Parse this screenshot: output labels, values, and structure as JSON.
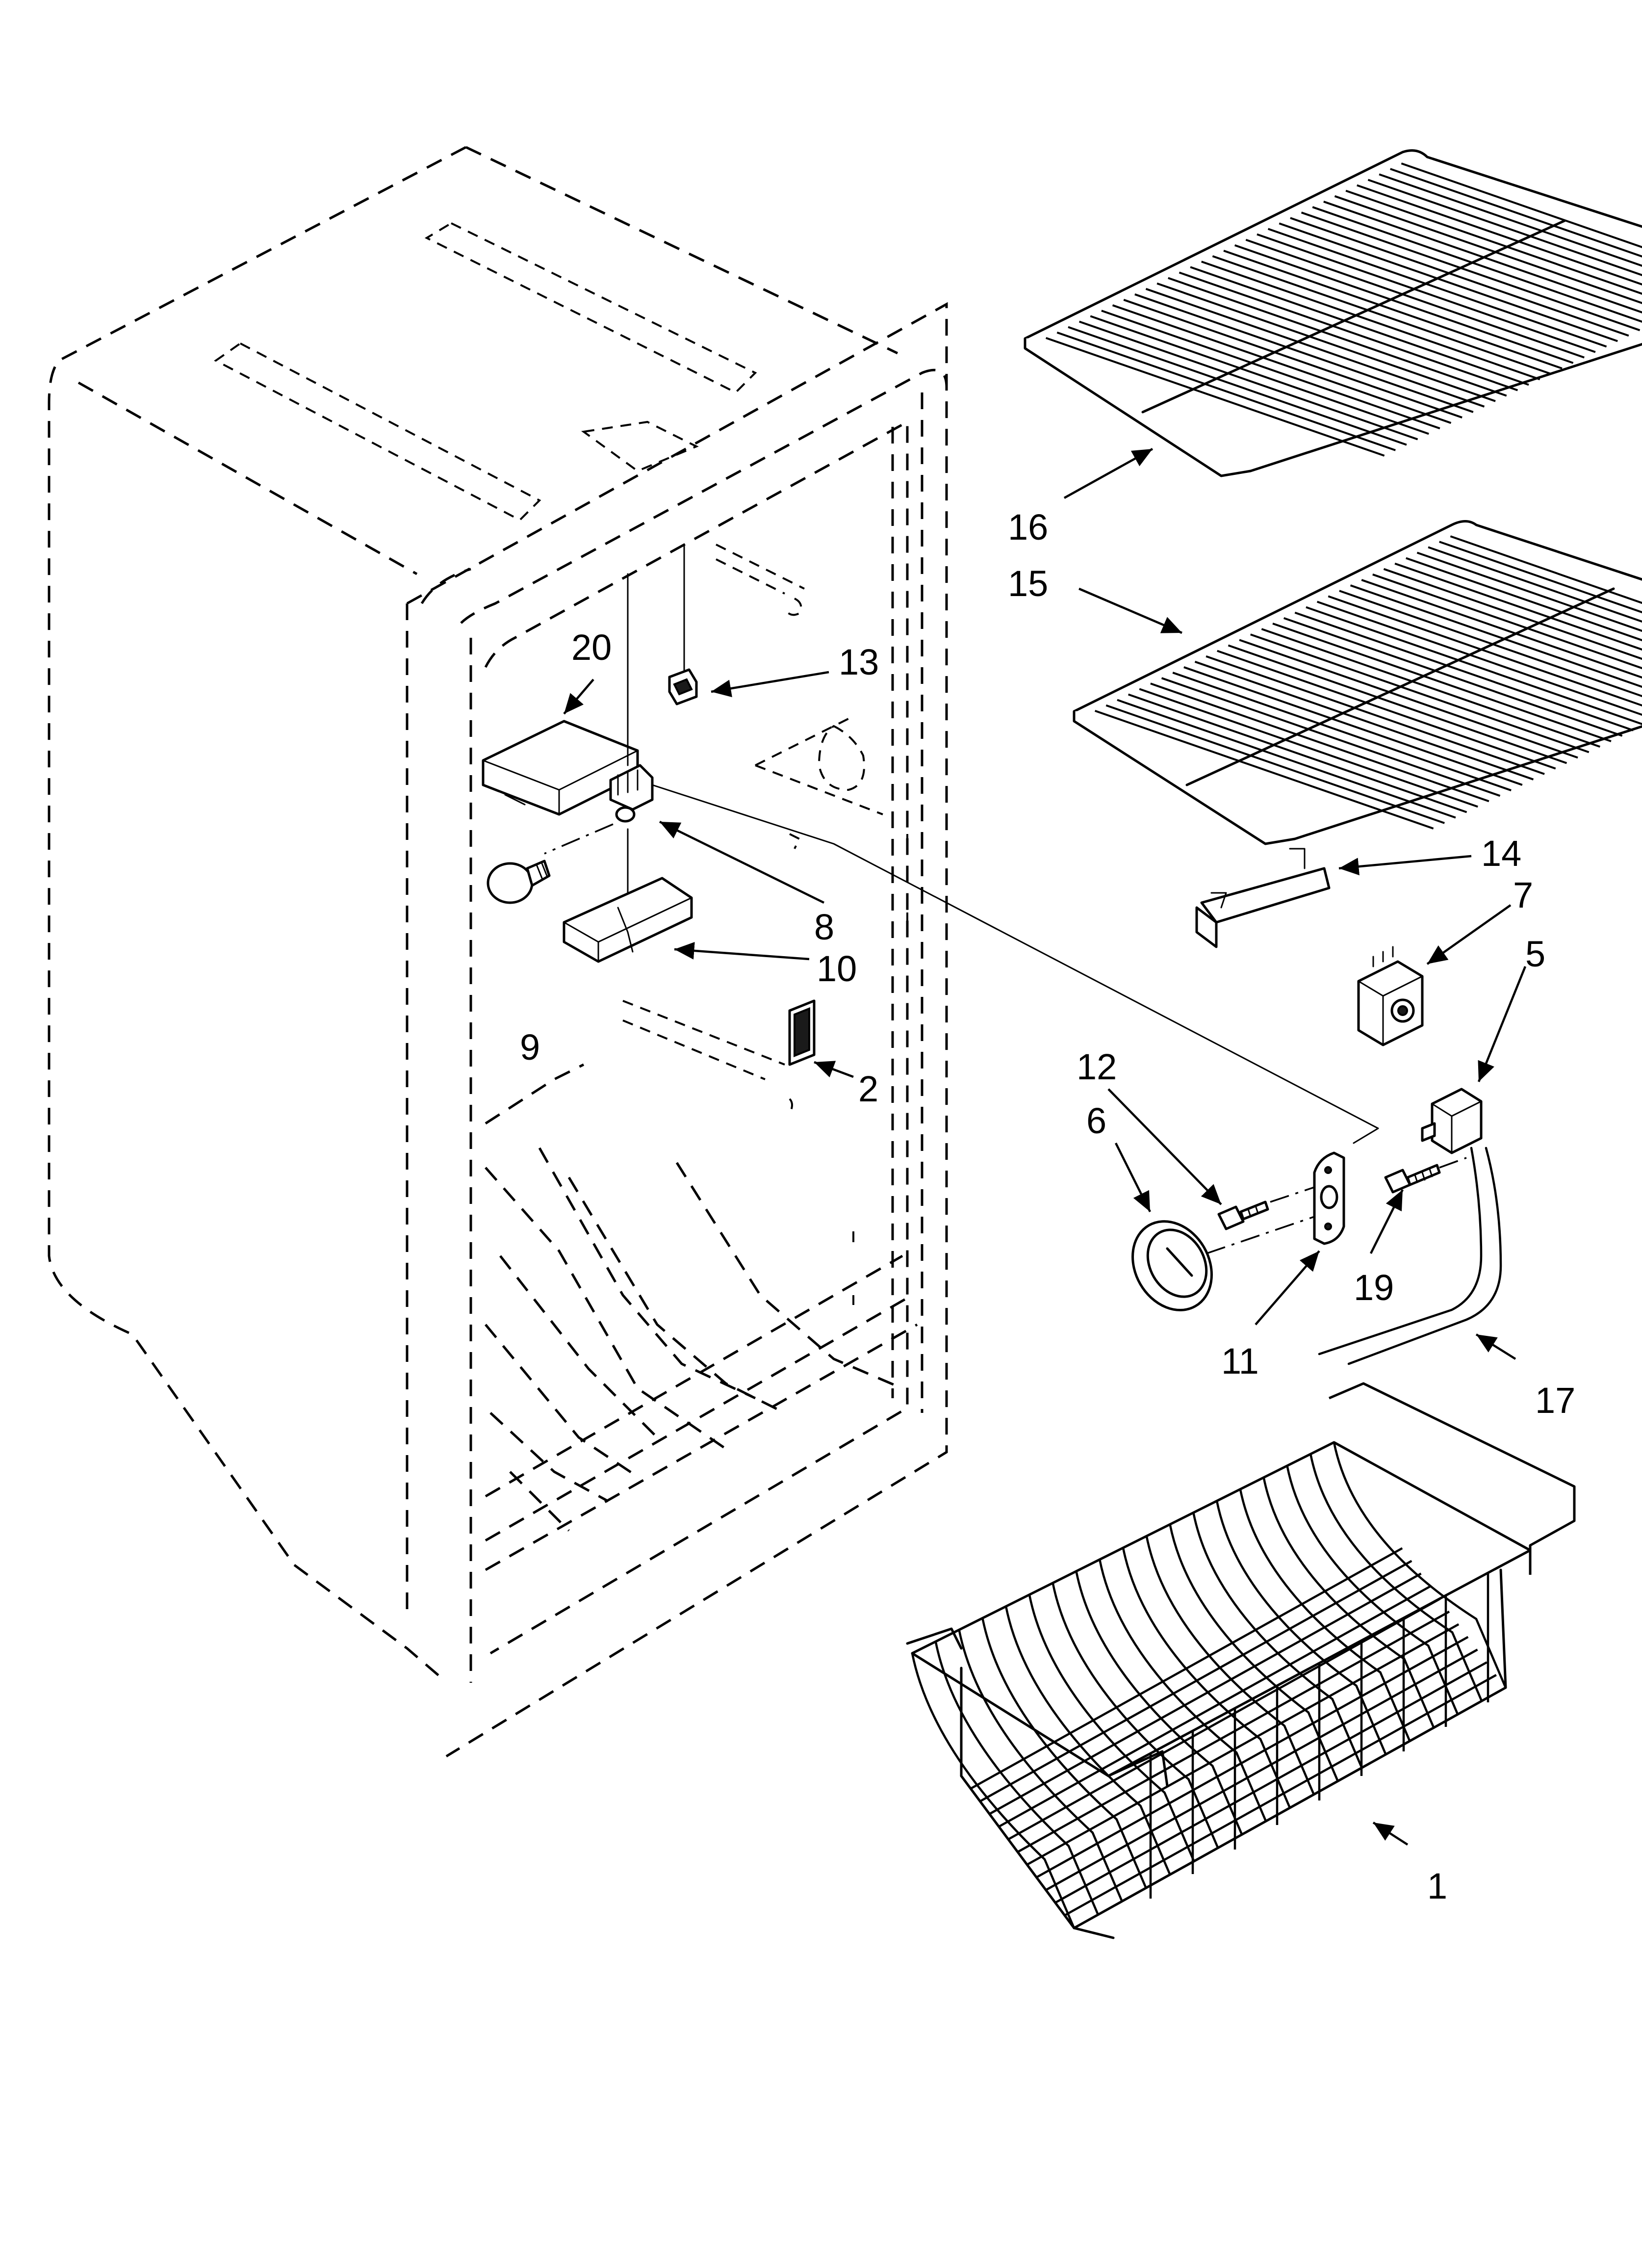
{
  "diagram": {
    "callouts": [
      {
        "id": "16",
        "label": "16"
      },
      {
        "id": "15",
        "label": "15"
      },
      {
        "id": "20",
        "label": "20"
      },
      {
        "id": "13",
        "label": "13"
      },
      {
        "id": "14",
        "label": "14"
      },
      {
        "id": "7",
        "label": "7"
      },
      {
        "id": "5",
        "label": "5"
      },
      {
        "id": "8",
        "label": "8"
      },
      {
        "id": "10",
        "label": "10"
      },
      {
        "id": "9",
        "label": "9"
      },
      {
        "id": "2",
        "label": "2"
      },
      {
        "id": "12",
        "label": "12"
      },
      {
        "id": "6",
        "label": "6"
      },
      {
        "id": "19",
        "label": "19"
      },
      {
        "id": "11",
        "label": "11"
      },
      {
        "id": "17",
        "label": "17"
      },
      {
        "id": "1",
        "label": "1"
      }
    ]
  }
}
